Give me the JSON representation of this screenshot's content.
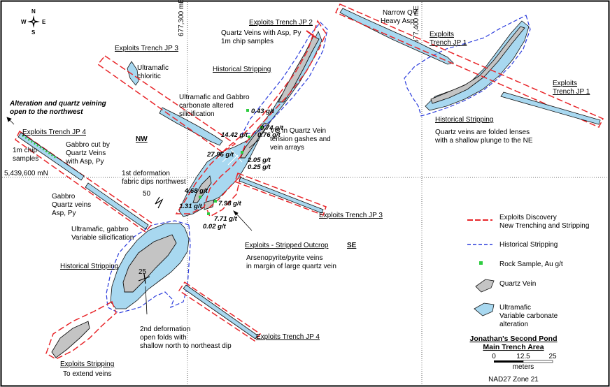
{
  "map": {
    "title": {
      "line1": "Jonathan's Second Pond",
      "line2": "Main Trench Area"
    },
    "datum": "NAD27 Zone 21",
    "grid": {
      "e300": "677,300 mE",
      "e400": "677,400 mE",
      "n600": "5,439,600 mN"
    },
    "compass": {
      "n": "N",
      "s": "S",
      "e": "E",
      "w": "W"
    },
    "scale": {
      "t0": "0",
      "t1": "12.5",
      "t2": "25",
      "unit": "meters"
    },
    "colors": {
      "discovery": "#e8262a",
      "historical": "#2a3bdc",
      "ultramafic": "#a8d8f0",
      "vein": "#c4c4c4",
      "sample": "#2ecc40"
    },
    "legend": {
      "discovery1": "Exploits Discovery",
      "discovery2": "New Trenching and Stripping",
      "historical": "Historical Stripping",
      "sample": "Rock Sample, Au g/t",
      "vein": "Quartz Vein",
      "um1": "Ultramafic",
      "um2": "Variable carbonate",
      "um3": "alteration"
    },
    "trenches": {
      "jp1a": "Exploits Trench JP 1",
      "jp1b_1": "Exploits",
      "jp1b_2": "Trench JP 1",
      "jp2": "Exploits Trench JP 2",
      "jp3a": "Exploits Trench JP 3",
      "jp3b": "Exploits Trench JP 3",
      "jp4a": "Exploits Trench JP 4",
      "jp4b": "Exploits Trench JP 4",
      "outcrop": "Exploits - Stripped Outcrop",
      "stripping": "Exploits Stripping",
      "hist1": "Historical Stripping",
      "hist2": "Historical Stripping",
      "hist3": "Historical Stripping"
    },
    "notes": {
      "narrow1": "Narrow QV",
      "narrow2": "Heavy Asp",
      "qv_asp": "Quartz Veins with Asp, Py",
      "chip1": "1m chip samples",
      "um_chl1": "Ultramafic",
      "um_chl2": "chloritic",
      "alt1": "Alteration and quartz veining",
      "alt2": "open to the northwest",
      "umg1": "Ultramafic and Gabbro",
      "umg2": "carbonate altered",
      "umg3": "silicification",
      "nw": "NW",
      "se": "SE",
      "chip2a": "1m chip",
      "chip2b": "samples",
      "gab1": "Gabbro cut by",
      "gab2": "Quartz Veins",
      "gab3": "with Asp, Py",
      "def1a": "1st deformation",
      "def1b": "fabric dips northwest",
      "dip50": "50",
      "gq1": "Gabbro",
      "gq2": "Quartz veins",
      "gq3": "Asp, Py",
      "umv1": "Ultramafic, gabbro",
      "umv2": "Variable silicification",
      "vg1": "VG in Quartz Vein",
      "vg2": "tension gashes and",
      "vg3": "vein arrays",
      "fold1": "Quartz veins are folded lenses",
      "fold2": "with a shallow plunge to the NE",
      "ars1": "Arsenopyrite/pyrite veins",
      "ars2": "in margin of large quartz vein",
      "dip25": "25",
      "def2a": "2nd deformation",
      "def2b": "open folds with",
      "def2c": "shallow north to northeast dip",
      "extend": "To extend veins"
    },
    "samples": [
      {
        "label": "0.43 g/t"
      },
      {
        "label": "0.74 g/t"
      },
      {
        "label": "14.42 g/t"
      },
      {
        "label": "0.76 g/t"
      },
      {
        "label": "27.96 g/t"
      },
      {
        "label": "2.05 g/t"
      },
      {
        "label": "0.25 g/t"
      },
      {
        "label": "4.68 g/t"
      },
      {
        "label": "1.31 g/t"
      },
      {
        "label": "7.98 g/t"
      },
      {
        "label": "7.71 g/t"
      },
      {
        "label": "0.02 g/t"
      }
    ]
  }
}
